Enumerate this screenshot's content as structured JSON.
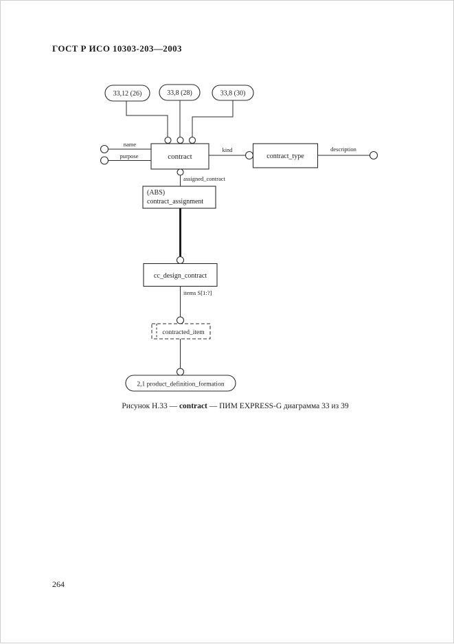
{
  "page": {
    "header": "ГОСТ Р ИСО 10303-203—2003",
    "page_number": "264"
  },
  "caption": {
    "prefix": "Рисунок Н.33 — ",
    "entity": "contract",
    "suffix": " — ПИМ EXPRESS-G диаграмма 33 из 39"
  },
  "diagram": {
    "notation": "EXPRESS-G",
    "top_page_refs": [
      {
        "label": "33,12 (26)"
      },
      {
        "label": "33,8 (28)"
      },
      {
        "label": "33,8 (30)"
      }
    ],
    "entities": {
      "contract": {
        "label": "contract"
      },
      "contract_type": {
        "label": "contract_type"
      },
      "contract_assignment": {
        "abs_tag": "(ABS)",
        "label": "contract_assignment"
      },
      "cc_design_contract": {
        "label": "cc_design_contract"
      },
      "contracted_item": {
        "label": "contracted_item"
      },
      "product_definition_formation_ref": {
        "label": "2,1 product_definition_formation"
      }
    },
    "attributes": {
      "name": "name",
      "purpose": "purpose",
      "kind": "kind",
      "description": "description",
      "assigned_contract": "assigned_contract",
      "items": "items S[1:?]"
    }
  }
}
